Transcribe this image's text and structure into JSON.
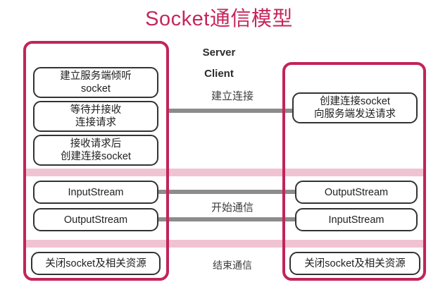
{
  "title": "Socket通信模型",
  "colors": {
    "title": "#c5275c",
    "role_border": "#c2245a",
    "phase_band": "#f0c3d3",
    "connector": "#8c8c8c",
    "step_border": "#333333",
    "background": "#ffffff"
  },
  "server": {
    "title": "Server",
    "steps": [
      {
        "id": "s1",
        "text": "建立服务端倾听\nsocket"
      },
      {
        "id": "s2",
        "text": "等待并接收\n连接请求"
      },
      {
        "id": "s3",
        "text": "接收请求后\n创建连接socket"
      },
      {
        "id": "s4",
        "text": "InputStream"
      },
      {
        "id": "s5",
        "text": "OutputStream"
      },
      {
        "id": "s6",
        "text": "关闭socket及相关资源"
      }
    ]
  },
  "client": {
    "title": "Client",
    "steps": [
      {
        "id": "c1",
        "text": "创建连接socket\n向服务端发送请求"
      },
      {
        "id": "c2",
        "text": "OutputStream"
      },
      {
        "id": "c3",
        "text": "InputStream"
      },
      {
        "id": "c4",
        "text": "关闭socket及相关资源"
      }
    ]
  },
  "phases": [
    {
      "id": "connect",
      "label": "建立连接"
    },
    {
      "id": "communicate",
      "label": "开始通信"
    },
    {
      "id": "close",
      "label": "结束通信"
    }
  ]
}
